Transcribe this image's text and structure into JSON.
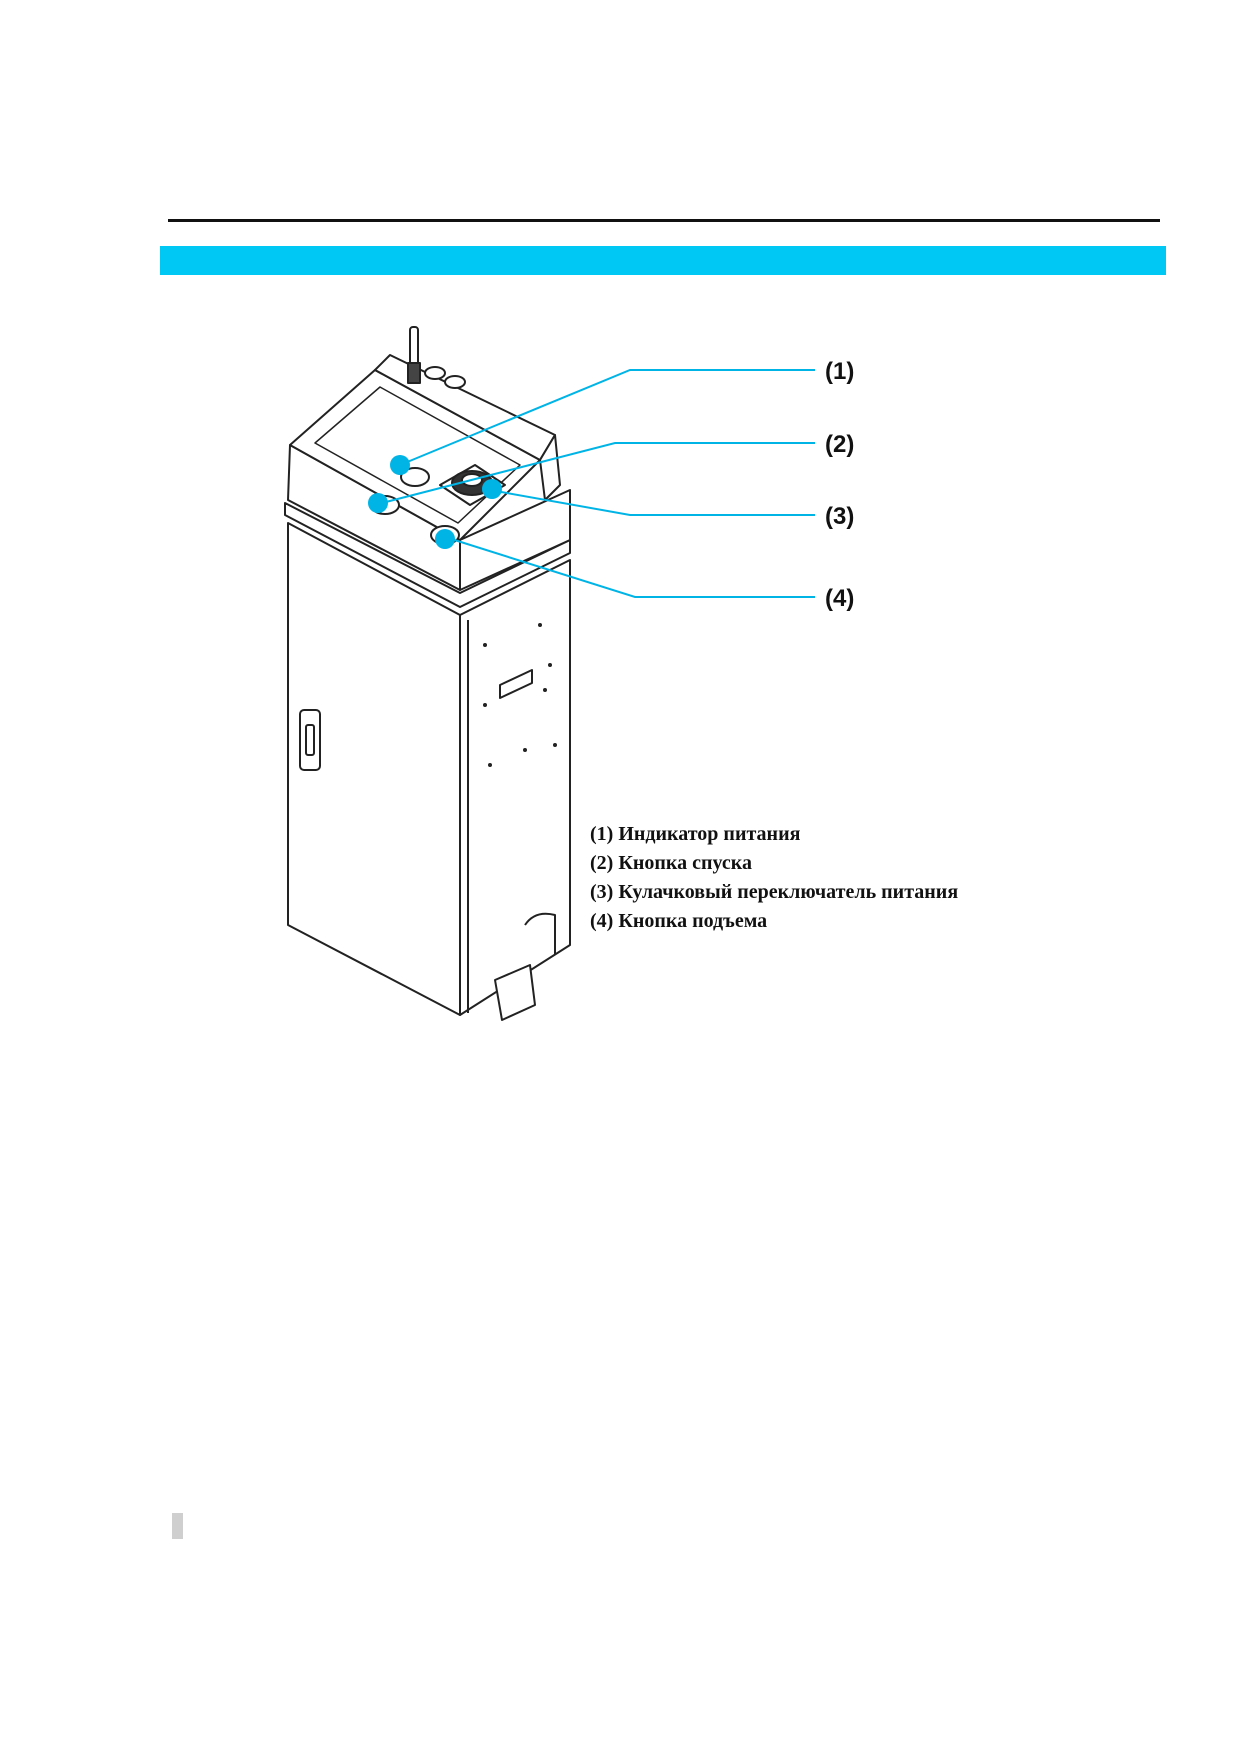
{
  "colors": {
    "accent": "#00c8f5",
    "callout": "#00b4e6",
    "rule": "#111111"
  },
  "figure": {
    "callouts": [
      "(1)",
      "(2)",
      "(3)",
      "(4)"
    ],
    "legend": [
      "(1) Индикатор питания",
      "(2) Кнопка спуска",
      "(3) Кулачковый переключатель питания",
      "(4) Кнопка подъема"
    ]
  }
}
